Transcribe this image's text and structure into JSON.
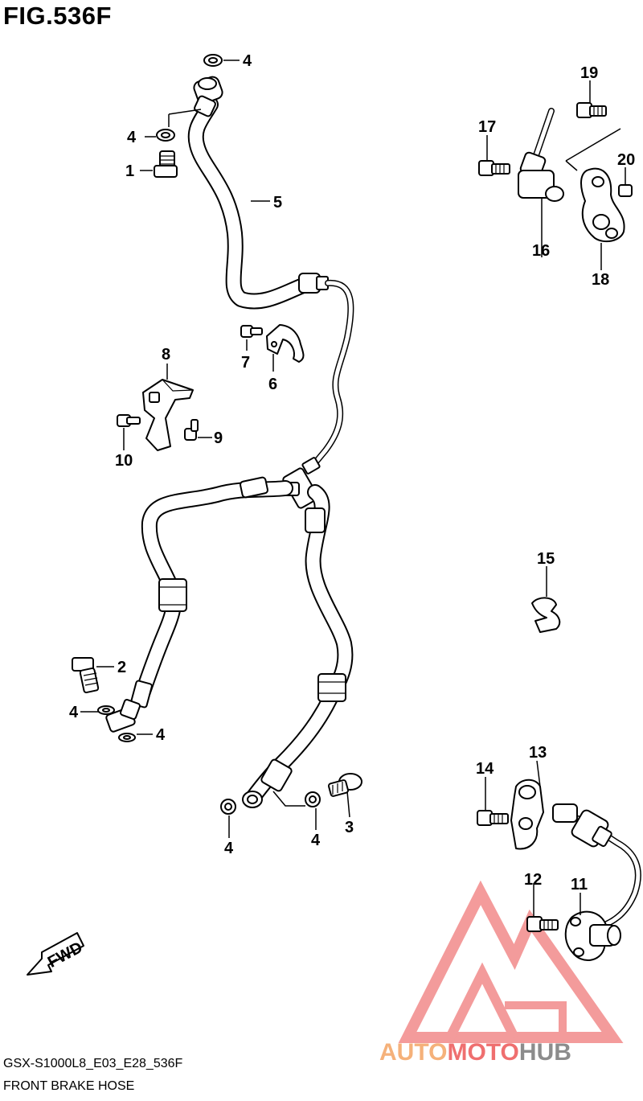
{
  "figure": {
    "title": "FIG.536F",
    "model_code": "GSX-S1000L8_E03_E28_536F",
    "diagram_name": "FRONT BRAKE HOSE",
    "direction_label": "FWD"
  },
  "callouts": {
    "c1": "1",
    "c2": "2",
    "c3": "3",
    "c4a": "4",
    "c4b": "4",
    "c4c": "4",
    "c4d": "4",
    "c4e": "4",
    "c4f": "4",
    "c5": "5",
    "c6": "6",
    "c7": "7",
    "c8": "8",
    "c9": "9",
    "c10": "10",
    "c11": "11",
    "c12": "12",
    "c13": "13",
    "c14": "14",
    "c15": "15",
    "c16": "16",
    "c17": "17",
    "c18": "18",
    "c19": "19",
    "c20": "20"
  },
  "watermark": {
    "part1": "AUTO",
    "part2": "MOTO",
    "part3": "HUB",
    "color_auto": "#f5b17a",
    "color_moto": "#ef6f6f",
    "color_hub": "#8c8c8c",
    "logo_color": "#f07a7a"
  }
}
